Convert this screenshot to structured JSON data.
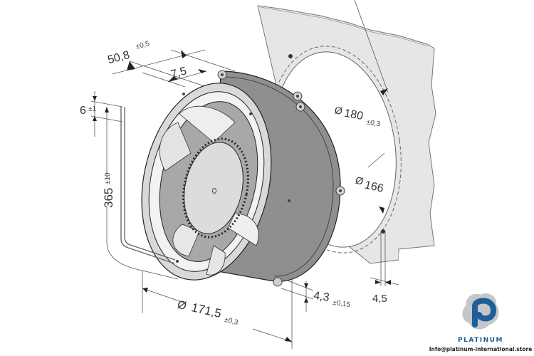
{
  "diagram": {
    "title": "Axial fan dimensional drawing",
    "dimensions": {
      "depth": {
        "value": "50,8",
        "tolerance": "±0,5"
      },
      "flange": {
        "value": "7,5"
      },
      "lead_strip": {
        "value": "6",
        "tolerance": "±1"
      },
      "lead_length": {
        "value": "365",
        "tolerance": "±10"
      },
      "outer_diameter": {
        "symbol": "Ø",
        "value": "171,5",
        "tolerance": "±0,3"
      },
      "mount_hole": {
        "value": "4,3",
        "tolerance": "±0,15"
      },
      "hole_circle": {
        "symbol": "Ø",
        "value": "180",
        "tolerance": "±0,3"
      },
      "cutout": {
        "symbol": "Ø",
        "value": "166"
      },
      "panel_hole": {
        "value": "4,5"
      }
    }
  },
  "branding": {
    "name": "PLATINUM",
    "email": "Info@platinum-international.store",
    "colors": {
      "primary": "#1f5e96",
      "secondary": "#b9bcc0"
    }
  }
}
